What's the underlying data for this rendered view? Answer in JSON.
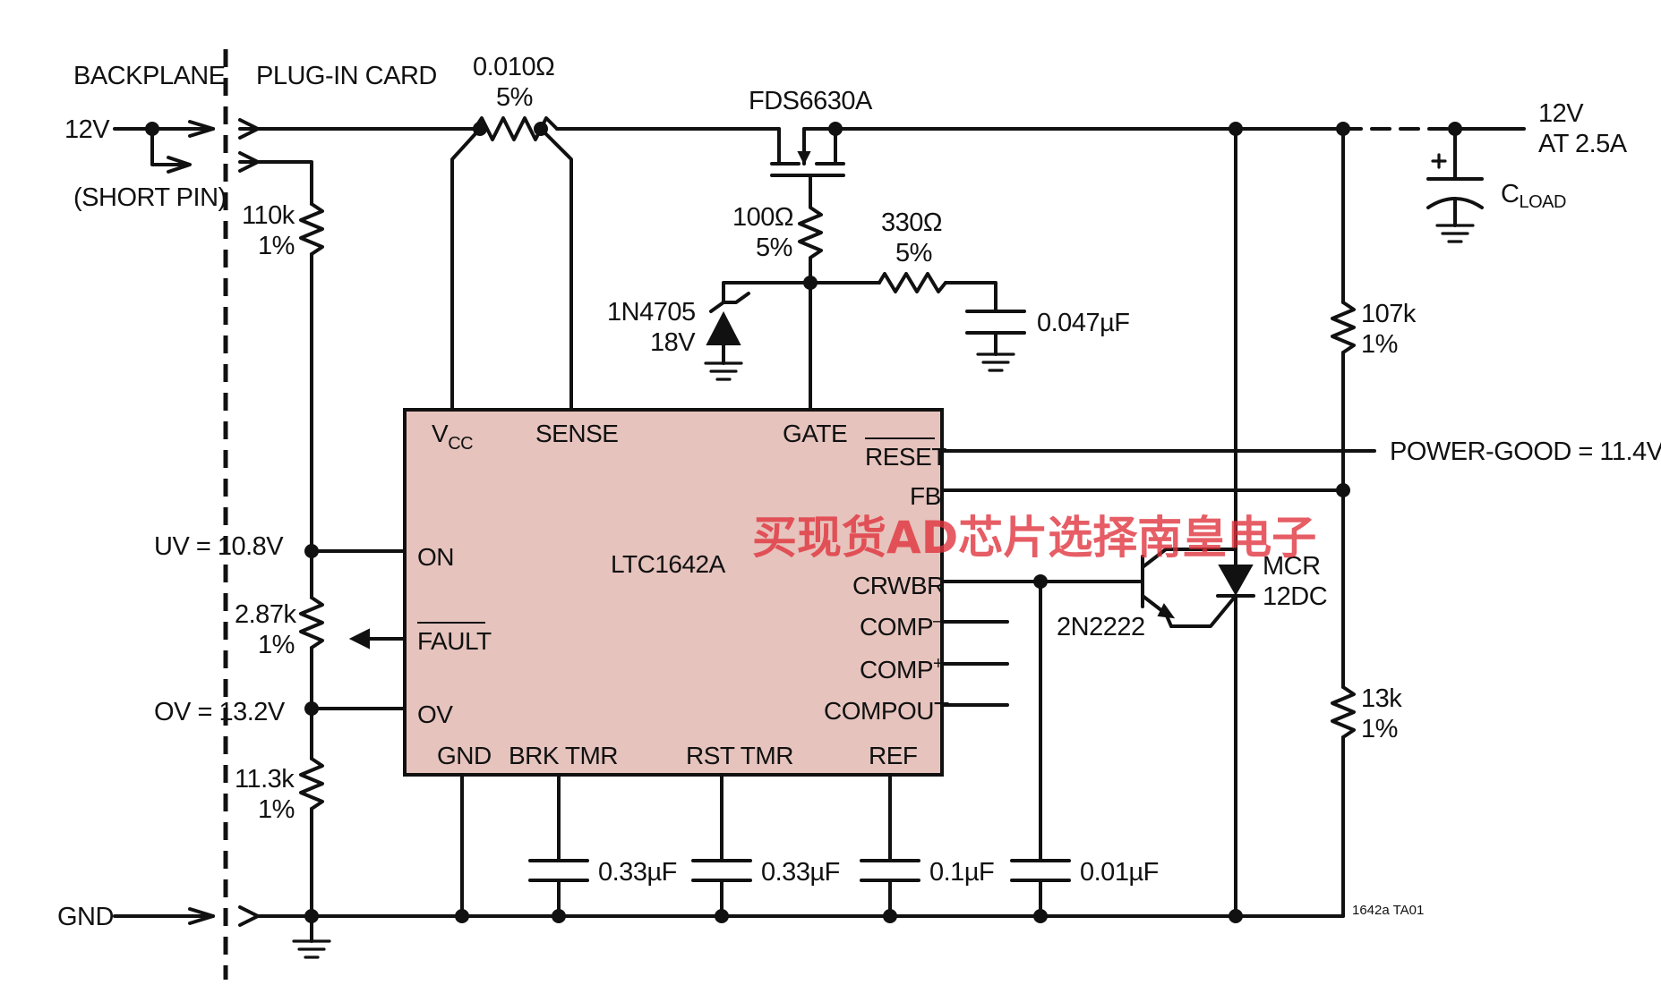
{
  "labels": {
    "backplane": "BACKPLANE",
    "plug_in_card": "PLUG-IN CARD",
    "in_12v": "12V",
    "short_pin": "(SHORT PIN)",
    "gnd": "GND",
    "uv": "UV = 10.8V",
    "ov": "OV = 13.2V",
    "out_12v": "12V",
    "out_current": "AT 2.5A",
    "power_good": "POWER-GOOD = 11.4V",
    "figure_id": "1642a TA01"
  },
  "components": {
    "sense_res": {
      "value": "0.010Ω",
      "tol": "5%"
    },
    "mosfet": {
      "name": "FDS6630A"
    },
    "gate_res": {
      "value": "100Ω",
      "tol": "5%"
    },
    "comp_res": {
      "value": "330Ω",
      "tol": "5%"
    },
    "comp_cap": {
      "value": "0.047µF"
    },
    "zener": {
      "name": "1N4705",
      "voltage": "18V"
    },
    "r_110k": {
      "value": "110k",
      "tol": "1%"
    },
    "r_287k": {
      "value": "2.87k",
      "tol": "1%"
    },
    "r_113k": {
      "value": "11.3k",
      "tol": "1%"
    },
    "r_107k": {
      "value": "107k",
      "tol": "1%"
    },
    "r_13k": {
      "value": "13k",
      "tol": "1%"
    },
    "cload": {
      "main": "C",
      "sub": "LOAD"
    },
    "transistor": {
      "name": "2N2222"
    },
    "scr": {
      "line1": "MCR",
      "line2": "12DC"
    },
    "c_brk": {
      "value": "0.33µF"
    },
    "c_rst": {
      "value": "0.33µF"
    },
    "c_ref": {
      "value": "0.1µF"
    },
    "c_crw": {
      "value": "0.01µF"
    }
  },
  "ic": {
    "name": "LTC1642A",
    "pins": {
      "vcc_main": "V",
      "vcc_sub": "CC",
      "sense": "SENSE",
      "gate": "GATE",
      "reset": "RESET",
      "fb": "FB",
      "on": "ON",
      "fault": "FAULT",
      "ov": "OV",
      "crwbr": "CRWBR",
      "comp_minus": "COMP",
      "comp_minus_sup": "–",
      "comp_plus": "COMP",
      "comp_plus_sup": "+",
      "compout": "COMPOUT",
      "gnd": "GND",
      "brk_tmr": "BRK TMR",
      "rst_tmr": "RST TMR",
      "ref": "REF"
    }
  },
  "watermark": "买现货AD芯片选择南皇电子",
  "colors": {
    "ic_fill": "#e6c3bd",
    "watermark": "#e0303a",
    "line": "#111111"
  }
}
